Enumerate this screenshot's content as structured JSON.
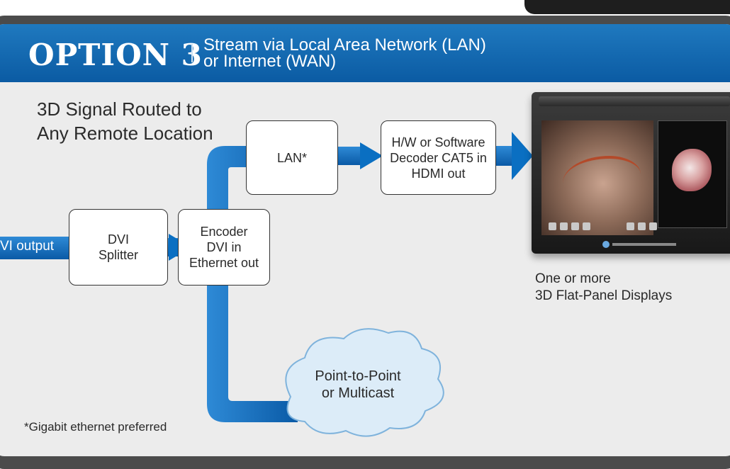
{
  "banner": {
    "option": "OPTION 3",
    "subtitle_line1": "Stream via Local Area Network (LAN)",
    "subtitle_line2": "or Internet (WAN)"
  },
  "heading": {
    "line1": "3D Signal Routed to",
    "line2": "Any Remote Location"
  },
  "input_label": "VI output",
  "nodes": {
    "dvi_splitter": {
      "line1": "DVI",
      "line2": "Splitter"
    },
    "encoder": {
      "line1": "Encoder",
      "line2": "DVI in",
      "line3": "Ethernet out"
    },
    "lan": {
      "line1": "LAN*"
    },
    "decoder": {
      "line1": "H/W or Software",
      "line2": "Decoder CAT5 in",
      "line3": "HDMI out"
    },
    "cloud": {
      "line1": "Point-to-Point",
      "line2": "or Multicast"
    }
  },
  "display_caption": {
    "line1": "One or more",
    "line2": "3D Flat-Panel Displays"
  },
  "footnote": "*Gigabit ethernet preferred",
  "colors": {
    "banner_blue": "#0b5ba3",
    "pipe_blue": "#0a6fc2",
    "background": "#ececec",
    "frame": "#4b4b4b"
  }
}
